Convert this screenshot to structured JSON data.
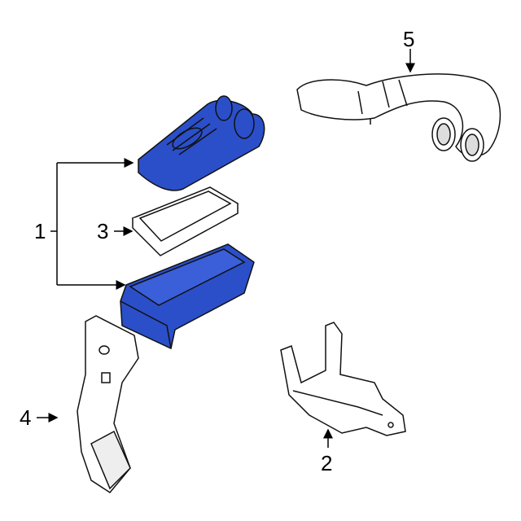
{
  "diagram": {
    "highlight_color": "#2b4fc9",
    "outline_color": "#111111",
    "callouts": [
      {
        "number": "1",
        "part": "air-cleaner-assembly"
      },
      {
        "number": "2",
        "part": "mounting-bracket"
      },
      {
        "number": "3",
        "part": "air-filter-element"
      },
      {
        "number": "4",
        "part": "inlet-duct"
      },
      {
        "number": "5",
        "part": "outlet-tube"
      }
    ]
  }
}
